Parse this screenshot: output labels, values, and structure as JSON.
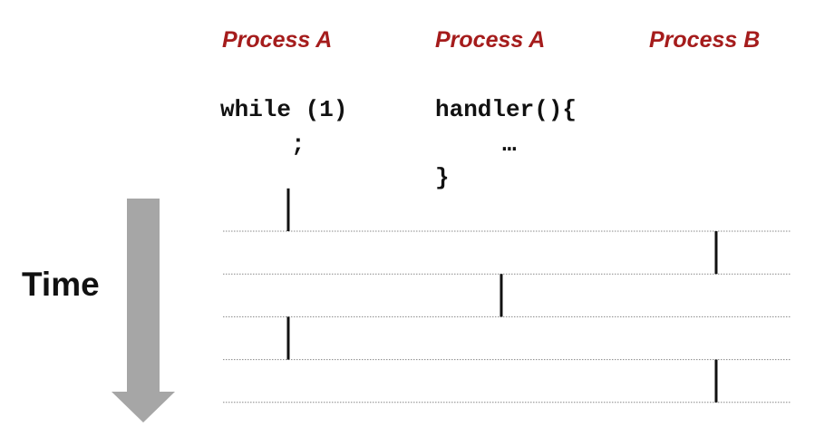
{
  "columns": [
    {
      "header": "Process A"
    },
    {
      "header": "Process A"
    },
    {
      "header": "Process B"
    }
  ],
  "code": {
    "loop_line1": "while (1)",
    "loop_line2": ";",
    "handler_line1": "handler(){",
    "handler_line2": "…",
    "handler_line3": "}"
  },
  "time_label": "Time",
  "colors": {
    "header": "#a51c1c",
    "text": "#111111",
    "arrow": "#a6a6a6",
    "divider": "#888888"
  },
  "timeline": {
    "slots": 5,
    "execution_segments": [
      {
        "column": 0,
        "slot": 0
      },
      {
        "column": 2,
        "slot": 1
      },
      {
        "column": 1,
        "slot": 2
      },
      {
        "column": 0,
        "slot": 3
      },
      {
        "column": 2,
        "slot": 4
      }
    ]
  }
}
